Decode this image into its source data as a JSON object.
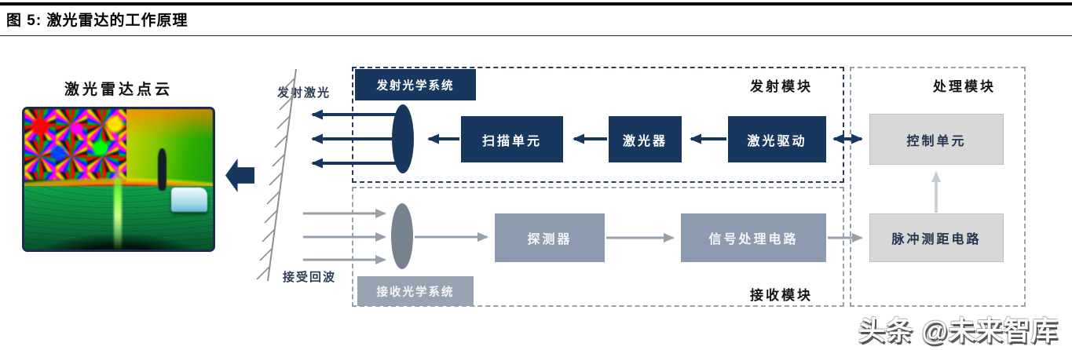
{
  "figure": {
    "title": "图 5: 激光雷达的工作原理"
  },
  "pointcloud": {
    "caption": "激光雷达点云"
  },
  "wall_labels": {
    "emit_laser": "发射激光",
    "receive_echo": "接受回波"
  },
  "transmit_module": {
    "title": "发射模块",
    "optics_label": "发射光学系统",
    "blocks": [
      {
        "label": "扫描单元"
      },
      {
        "label": "激光器"
      },
      {
        "label": "激光驱动"
      }
    ]
  },
  "receive_module": {
    "title": "接收模块",
    "optics_label": "接收光学系统",
    "blocks": [
      {
        "label": "探测器"
      },
      {
        "label": "信号处理电路"
      }
    ]
  },
  "processing_module": {
    "title": "处理模块",
    "blocks": [
      {
        "label": "控制单元"
      },
      {
        "label": "脉冲测距电路"
      }
    ]
  },
  "watermark": "头条 @未来智库",
  "colors": {
    "navy": "#17375e",
    "slate_blue": "#8c9bb0",
    "light_gray": "#d8d8d8",
    "gray_arrow": "#97a0aa",
    "light_arrow": "#c6ccd2"
  }
}
